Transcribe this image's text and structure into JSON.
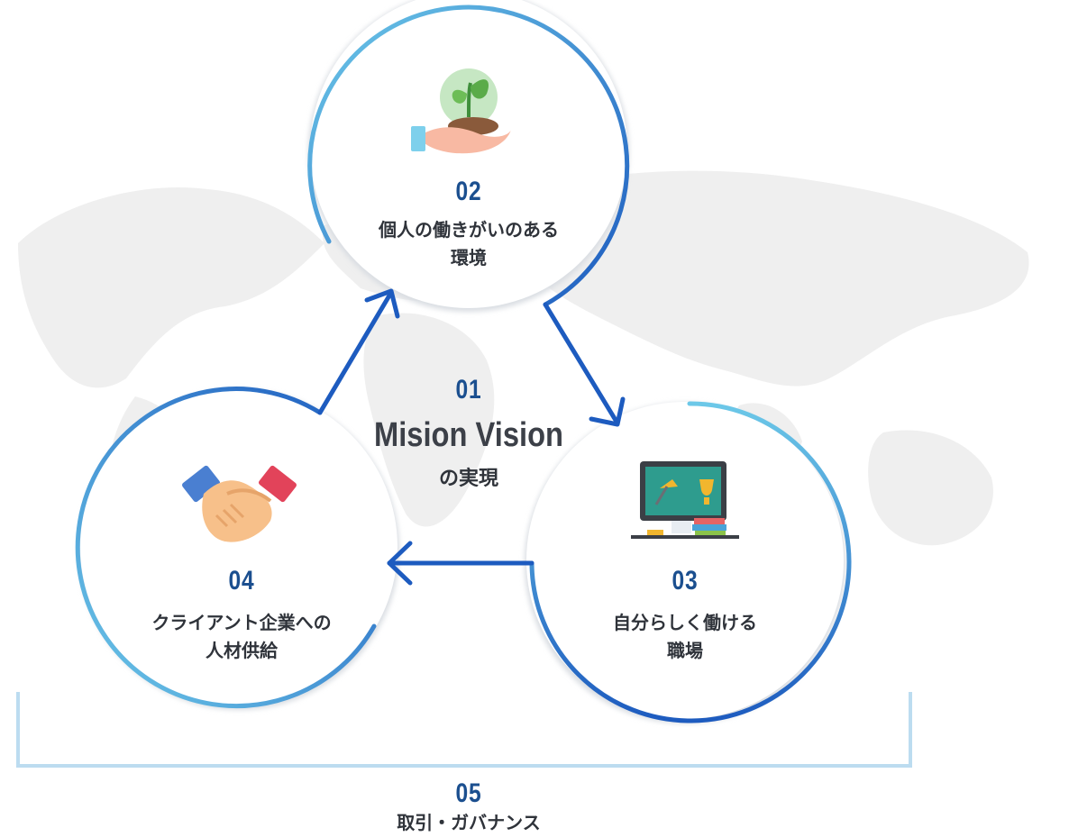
{
  "center": {
    "number": "01",
    "title": "Mision Vision",
    "subtitle": "の実現"
  },
  "nodes": [
    {
      "number": "02",
      "line1": "個人の働きがいのある",
      "line2": "環境",
      "icon": "hand-plant-icon"
    },
    {
      "number": "03",
      "line1": "自分らしく働ける",
      "line2": "職場",
      "icon": "desk-monitor-icon"
    },
    {
      "number": "04",
      "line1": "クライアント企業への",
      "line2": "人材供給",
      "icon": "handshake-icon"
    }
  ],
  "footer": {
    "number": "05",
    "label": "取引・ガバナンス"
  },
  "colors": {
    "accent": "#1b4f8f",
    "ring_light": "#5ec2e6",
    "ring_dark": "#1d5bbf",
    "map": "#eeeeef",
    "bracket": "#bcdcf0"
  }
}
